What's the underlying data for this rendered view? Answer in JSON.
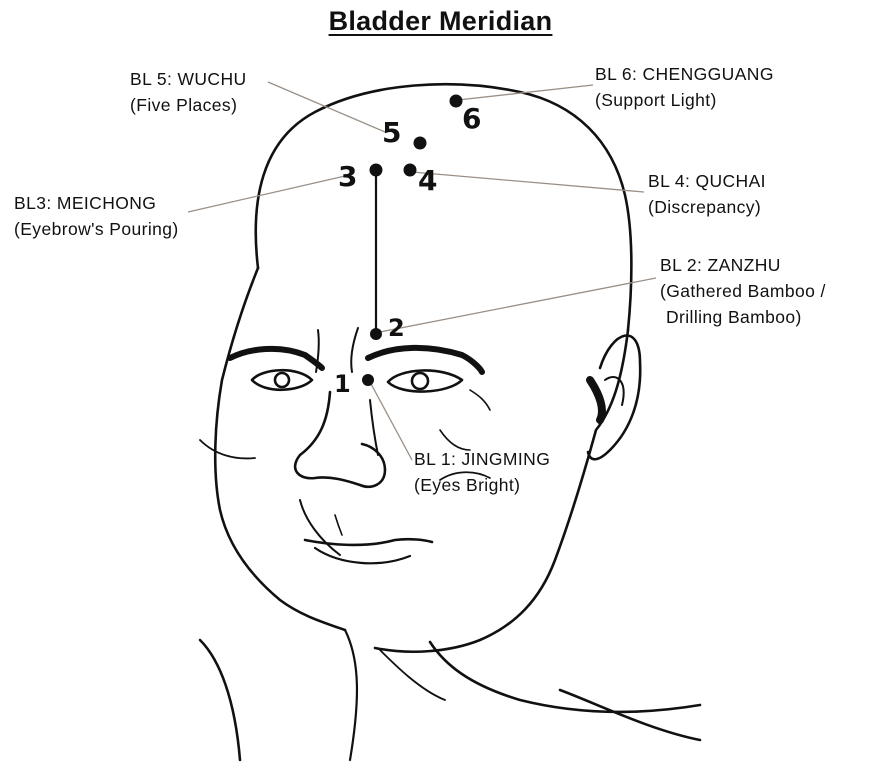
{
  "title": "Bladder Meridian",
  "points": [
    {
      "id": "bl1",
      "number": "1",
      "code": "BL 1: JINGMING",
      "name": "(Eyes Bright)"
    },
    {
      "id": "bl2",
      "number": "2",
      "code": "BL 2: ZANZHU",
      "name": "(Gathered Bamboo /",
      "name2": "Drilling Bamboo)"
    },
    {
      "id": "bl3",
      "number": "3",
      "code": "BL3: MEICHONG",
      "name": "(Eyebrow's Pouring)"
    },
    {
      "id": "bl4",
      "number": "4",
      "code": "BL 4: QUCHAI",
      "name": "(Discrepancy)"
    },
    {
      "id": "bl5",
      "number": "5",
      "code": "BL 5: WUCHU",
      "name": "(Five Places)"
    },
    {
      "id": "bl6",
      "number": "6",
      "code": "BL 6: CHENGGUANG",
      "name": "(Support Light)"
    }
  ]
}
